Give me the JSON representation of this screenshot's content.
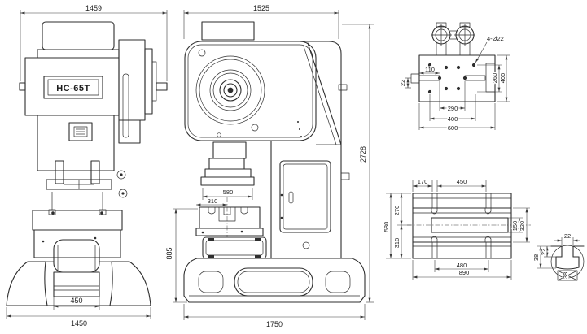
{
  "colors": {
    "line": "#2e2e2e",
    "dim": "#3a3a3a",
    "background": "#ffffff"
  },
  "front_view": {
    "nameplate_label": "HC-65T",
    "dim_overall_width": "1459",
    "dim_chute_width": "450",
    "dim_base_width": "1450"
  },
  "side_view": {
    "dim_overall_depth": "1525",
    "dim_overall_height": "2728",
    "dim_work_height": "885",
    "dim_slide_depth": "580",
    "dim_center_offset": "310",
    "dim_base_depth": "1750"
  },
  "ram_view": {
    "hole_callout": "4-Ø22",
    "dim_edge_offset": "110",
    "dim_slot_offset": "22",
    "dim_hole_span_inner": "290",
    "dim_hole_span_outer": "400",
    "dim_plate_width": "600",
    "dim_hole_span_depth": "260",
    "dim_plate_depth": "400"
  },
  "bolster_view": {
    "dim_edge_to_slot": "170",
    "dim_tslot_span_top": "450",
    "dim_front_to_center": "270",
    "dim_plate_depth": "580",
    "dim_center_to_rear": "310",
    "dim_slot_height": "150",
    "dim_mid_section": "320",
    "dim_tslot_span_bottom": "480",
    "dim_plate_width": "890"
  },
  "tslot_detail": {
    "dim_slot_width": "22",
    "dim_slot_depth": "38",
    "dim_neck_depth": "22",
    "dim_head_width": "38"
  }
}
